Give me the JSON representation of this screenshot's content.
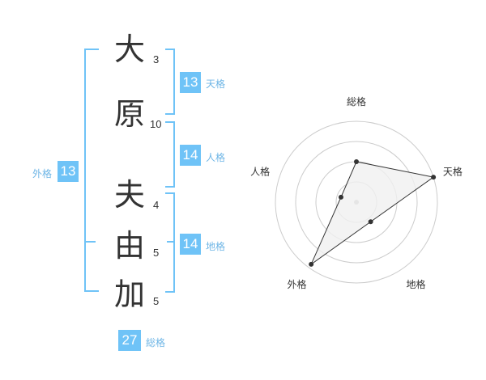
{
  "name": {
    "chars": [
      {
        "char": "大",
        "strokes": "3"
      },
      {
        "char": "原",
        "strokes": "10"
      },
      {
        "char": "夫",
        "strokes": "4"
      },
      {
        "char": "由",
        "strokes": "5"
      },
      {
        "char": "加",
        "strokes": "5"
      }
    ]
  },
  "kakusu": {
    "tenkaku": {
      "value": "13",
      "label": "天格"
    },
    "jinkaku": {
      "value": "14",
      "label": "人格"
    },
    "chikaku": {
      "value": "14",
      "label": "地格"
    },
    "gaikaku": {
      "value": "13",
      "label": "外格"
    },
    "soukaku": {
      "value": "27",
      "label": "総格"
    }
  },
  "chart_data": {
    "type": "radar",
    "axes": [
      "総格",
      "天格",
      "地格",
      "外格",
      "人格"
    ],
    "values": [
      0.5,
      1.0,
      0.3,
      0.95,
      0.2
    ],
    "rings": 4,
    "colors": {
      "fill": "#f0f0f0",
      "stroke": "#333333",
      "ring": "#cccccc",
      "center": "#bbbbbb"
    }
  }
}
